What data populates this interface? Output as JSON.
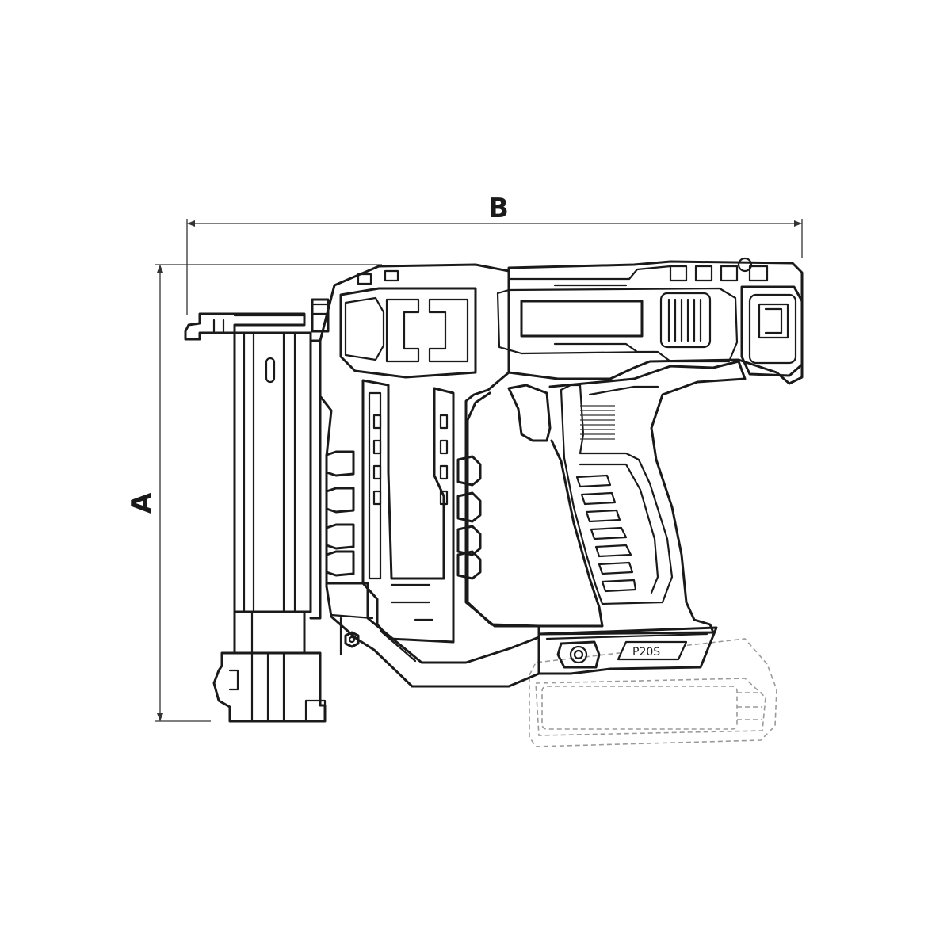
{
  "diagram": {
    "dimension_height_label": "A",
    "dimension_width_label": "B",
    "model_badge": "P20S",
    "colors": {
      "line": "#1a1a1a",
      "dimension_line": "#333333",
      "battery_outline": "#9a9a9a",
      "background": "#ffffff"
    }
  }
}
